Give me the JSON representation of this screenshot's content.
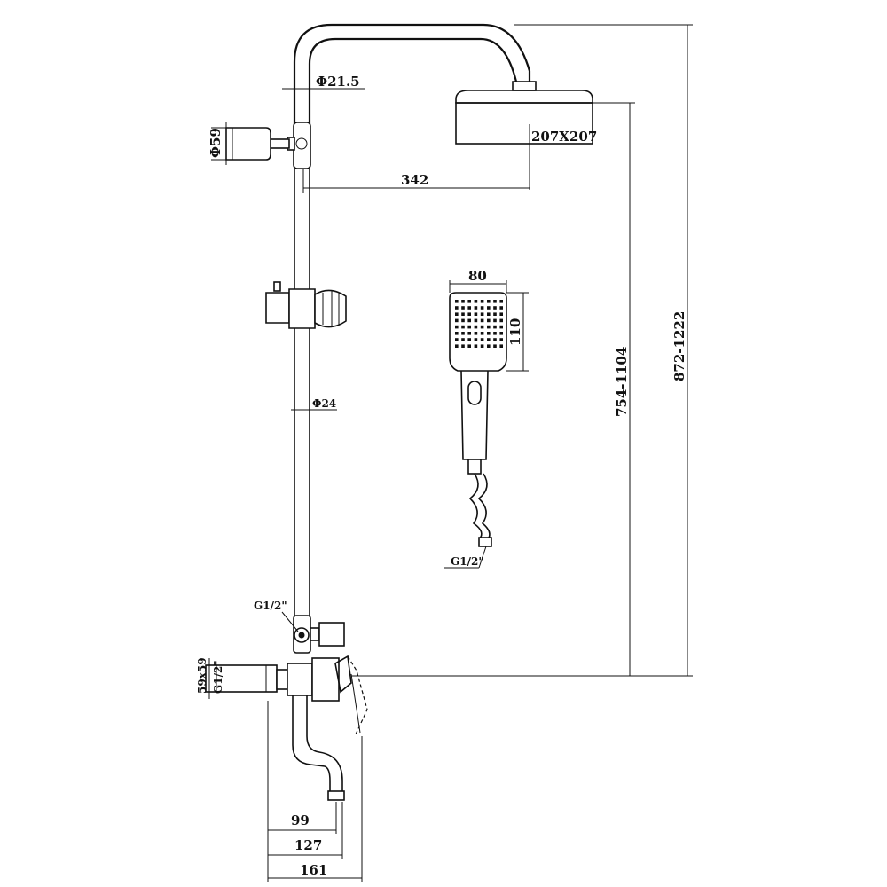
{
  "dimensions": {
    "tube_diameter_top": "Φ21.5",
    "side_diameter": "Φ59",
    "head_size": "207X207",
    "head_offset": "342",
    "hand_width": "80",
    "hand_height": "110",
    "rail_diameter": "Φ24",
    "head_height_range": "754-1104",
    "total_height_range": "872-1222",
    "inlet_thread_diverter": "G1/2\"",
    "inlet_thread_hose": "G1/2\"",
    "inlet_thread_mixer": "G1/2\"",
    "mixer_size": "59x59",
    "spout_99": "99",
    "spout_127": "127",
    "spout_161": "161"
  }
}
